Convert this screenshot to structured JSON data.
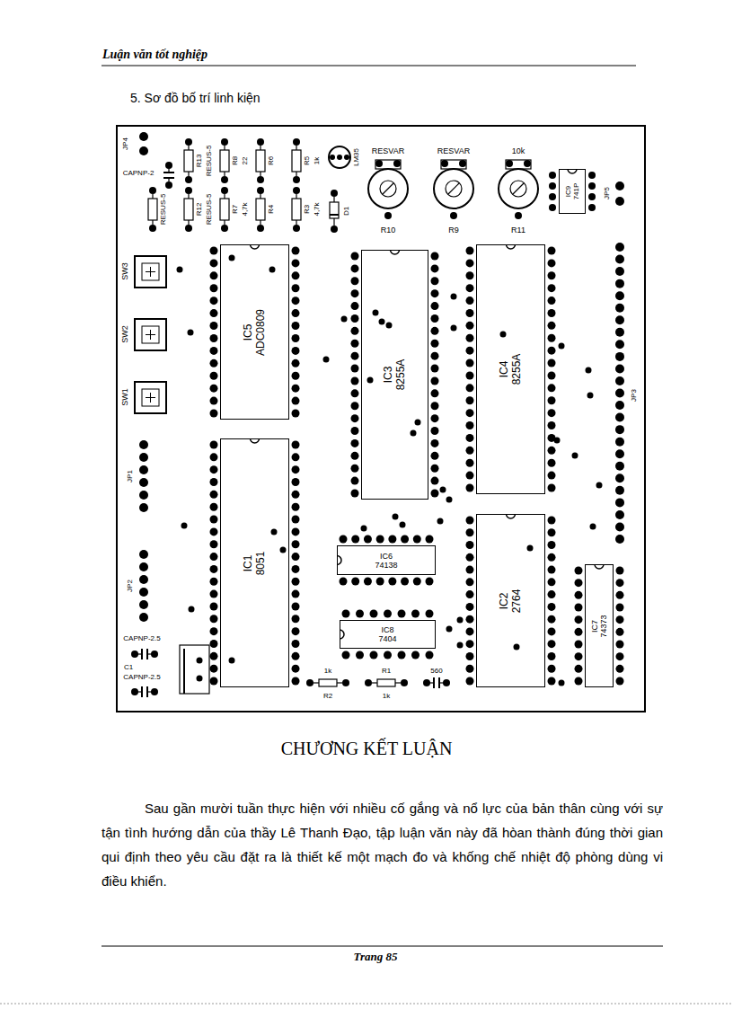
{
  "diagram": {
    "title": "5. Sơ đồ bố trí linh kiện",
    "nodes": [
      {
        "text": [
          "IC9",
          "741P"
        ]
      },
      {
        "text": [
          "IC5",
          "ADC0809"
        ]
      },
      {
        "text": [
          "IC3",
          "8255A"
        ]
      },
      {
        "text": [
          "IC4",
          "8255A"
        ]
      },
      {
        "text": [
          "IC1",
          "8051"
        ]
      },
      {
        "text": [
          "IC6",
          "74138"
        ]
      },
      {
        "text": [
          "IC2",
          "2764"
        ]
      },
      {
        "text": [
          "IC7",
          "74373"
        ]
      },
      {
        "text": [
          "IC8",
          "7404"
        ]
      }
    ],
    "labels": [
      "Luận văn tốt nghiệp",
      "CHƯƠNG KẾT LUẬN",
      "Sau gần mười tuần thực hiện với nhiều cố gắng và nổ lực của bản thân cùng với sự tận tình hướng dẫn của thầy Lê Thanh Đạo, tập luận văn này đã hòan thành đúng thời gian qui định theo yêu cầu đặt ra là thiết kế một mạch đo và khống chế nhiệt độ phòng dùng vi điều khiển.",
      "Trang 85",
      "JP4",
      "R13",
      "RESUS-5",
      "R8",
      "22",
      "R6",
      "R5",
      "1k",
      "CAPNP-2",
      "RESUS-5",
      "R12",
      "RESUS-5",
      "R7",
      "4,7k",
      "R4",
      "R3",
      "4,7k",
      "D1",
      "LM35",
      "RESVAR",
      "RESVAR",
      "10k",
      "R10",
      "R9",
      "R11",
      "JP5",
      "SW3",
      "SW2",
      "SW1",
      "JP1",
      "JP2",
      "JP3",
      "CAPNP-2.5",
      "C1",
      "CAPNP-2.5",
      "1k",
      "R2",
      "R1",
      "1k",
      "560"
    ]
  }
}
